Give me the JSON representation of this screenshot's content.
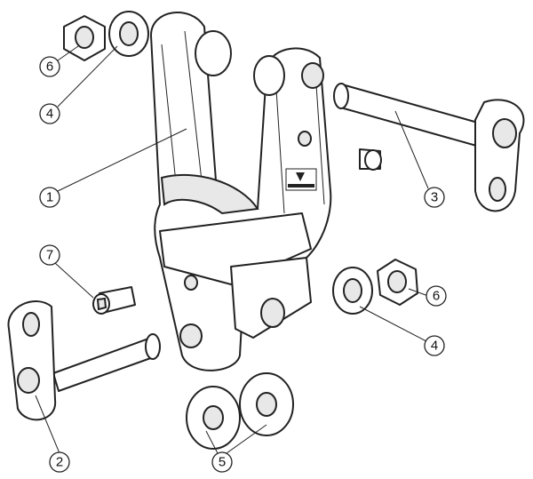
{
  "callouts": [
    {
      "id": "c6a",
      "label": "6"
    },
    {
      "id": "c4a",
      "label": "4"
    },
    {
      "id": "c1",
      "label": "1"
    },
    {
      "id": "c3",
      "label": "3"
    },
    {
      "id": "c7",
      "label": "7"
    },
    {
      "id": "c6b",
      "label": "6"
    },
    {
      "id": "c4b",
      "label": "4"
    },
    {
      "id": "c2",
      "label": "2"
    },
    {
      "id": "c5",
      "label": "5"
    }
  ]
}
